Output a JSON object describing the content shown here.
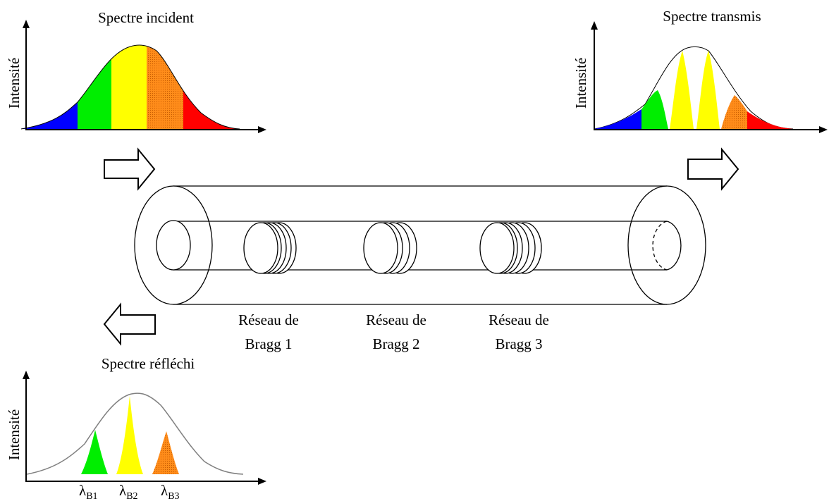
{
  "incident": {
    "title": "Spectre incident",
    "ylabel": "Intensité"
  },
  "transmitted": {
    "title": "Spectre transmis",
    "ylabel": "Intensité"
  },
  "reflected": {
    "title": "Spectre réfléchi",
    "ylabel": "Intensité",
    "wavelengths": [
      {
        "symbol": "λ",
        "sub": "B1"
      },
      {
        "symbol": "λ",
        "sub": "B2"
      },
      {
        "symbol": "λ",
        "sub": "B3"
      }
    ]
  },
  "gratings": [
    {
      "line1": "Réseau de",
      "line2": "Bragg 1"
    },
    {
      "line1": "Réseau de",
      "line2": "Bragg 2"
    },
    {
      "line1": "Réseau de",
      "line2": "Bragg 3"
    }
  ],
  "colors": {
    "blue": "#0000ff",
    "green": "#00ee00",
    "yellow": "#ffff00",
    "orange": "#ff7f00",
    "red": "#ff0000",
    "envelope": "#808080"
  }
}
